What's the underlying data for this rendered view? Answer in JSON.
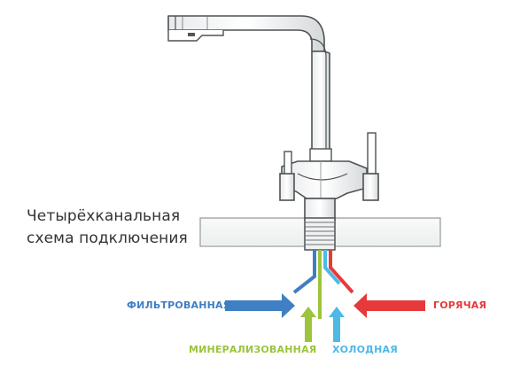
{
  "caption": {
    "line1": "Четырёхканальная",
    "line2": "схема подключения"
  },
  "inlets": {
    "filtered": {
      "label": "ФИЛЬТРОВАННАЯ",
      "color": "#3f7fc4"
    },
    "hot": {
      "label": "ГОРЯЧАЯ",
      "color": "#e63a3a"
    },
    "mineral": {
      "label": "МИНЕРАЛИЗОВАННАЯ",
      "color": "#9cc43c"
    },
    "cold": {
      "label": "ХОЛОДНАЯ",
      "color": "#4fb9e6"
    }
  },
  "icons": {
    "faucet": "four-way-kitchen-faucet",
    "countertop": "countertop-slab",
    "arrows": "inlet-arrow"
  }
}
